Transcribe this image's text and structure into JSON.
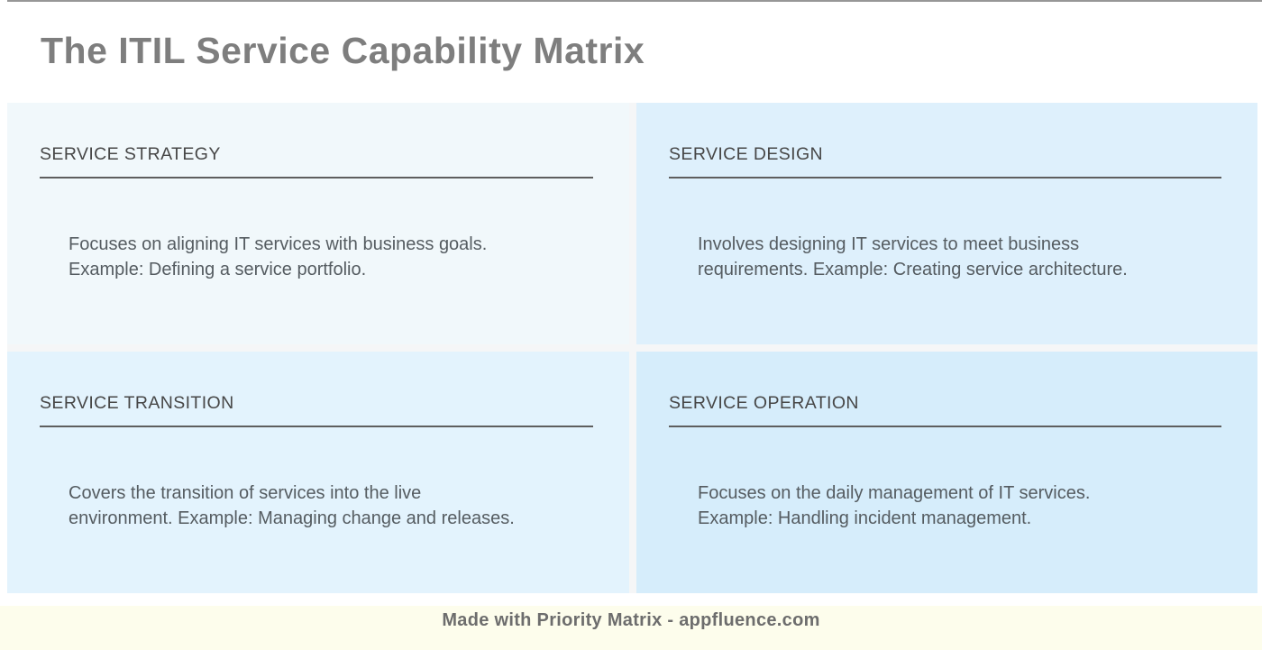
{
  "title": "The ITIL Service Capability Matrix",
  "quadrants": [
    {
      "id": "service-strategy",
      "label": "SERVICE STRATEGY",
      "description": "Focuses on aligning IT services with business goals. Example: Defining a service portfolio.",
      "bg": "#f1f8fb"
    },
    {
      "id": "service-design",
      "label": "SERVICE DESIGN",
      "description": "Involves designing IT services to meet business requirements. Example: Creating service architecture.",
      "bg": "#def0fc"
    },
    {
      "id": "service-transition",
      "label": "SERVICE TRANSITION",
      "description": "Covers the transition of services into the live environment. Example: Managing change and releases.",
      "bg": "#e3f3fd"
    },
    {
      "id": "service-operation",
      "label": "SERVICE OPERATION",
      "description": "Focuses on the daily management of IT services. Example: Handling incident management.",
      "bg": "#d6edfb"
    }
  ],
  "footer": {
    "text": "Made with Priority Matrix - appfluence.com",
    "bg": "#fdfdec"
  },
  "colors": {
    "top_border": "#979797",
    "title_text": "#7e7e7e",
    "quadrant_title_text": "#474747",
    "quadrant_underline": "#5e5e5e",
    "description_text": "#555c61",
    "footer_text": "#6d6d6d",
    "gutter": "#f5f6f7",
    "page_background": "#ffffff"
  }
}
